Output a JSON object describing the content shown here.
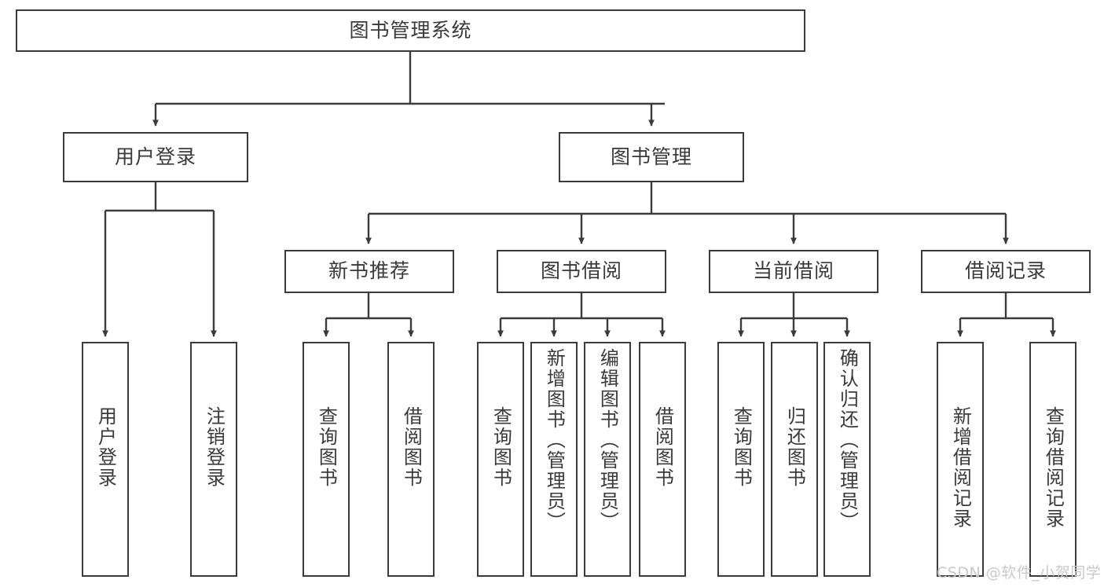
{
  "diagram": {
    "title": "图书管理系统",
    "type": "hierarchy-tree",
    "watermark": "CSDN @软件_小贺同学",
    "colors": {
      "box_border": "#3b3b3b",
      "box_fill": "#ffffff",
      "connector": "#3b3b3b",
      "text": "#3a3a3a",
      "watermark": "#c9c9c9",
      "background": "#ffffff"
    },
    "root": {
      "label": "图书管理系统"
    },
    "level2": [
      {
        "label": "用户登录"
      },
      {
        "label": "图书管理"
      }
    ],
    "level3": [
      {
        "label": "新书推荐"
      },
      {
        "label": "图书借阅"
      },
      {
        "label": "当前借阅"
      },
      {
        "label": "借阅记录"
      }
    ],
    "leaves": {
      "user_login": [
        {
          "label": "用户登录"
        },
        {
          "label": "注销登录"
        }
      ],
      "new_book_recommend": [
        {
          "label": "查询图书"
        },
        {
          "label": "借阅图书"
        }
      ],
      "book_borrow": [
        {
          "label": "查询图书"
        },
        {
          "label": "新增图书（管理员）"
        },
        {
          "label": "编辑图书（管理员）"
        },
        {
          "label": "借阅图书"
        }
      ],
      "current_borrow": [
        {
          "label": "查询图书"
        },
        {
          "label": "归还图书"
        },
        {
          "label": "确认归还（管理员）"
        }
      ],
      "borrow_record": [
        {
          "label": "新增借阅记录"
        },
        {
          "label": "查询借阅记录"
        }
      ]
    }
  }
}
